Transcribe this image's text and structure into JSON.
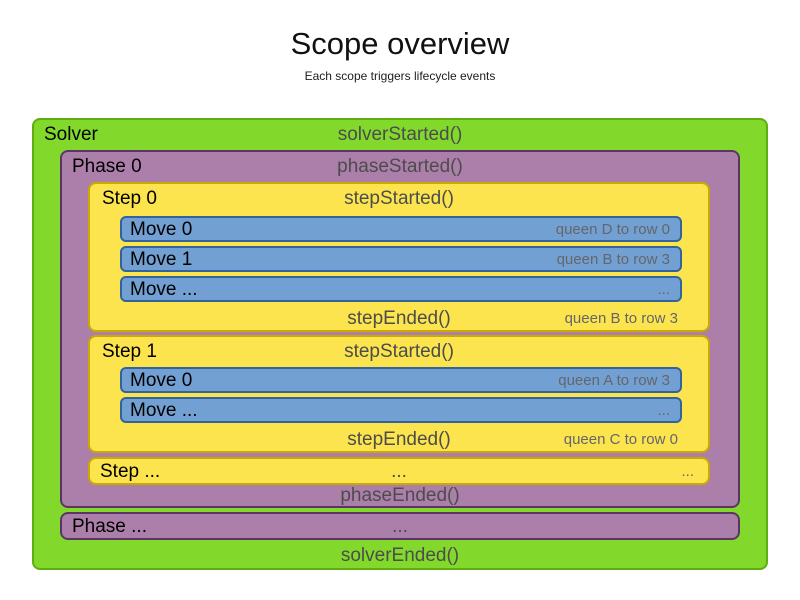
{
  "title": "Scope overview",
  "subtitle": "Each scope triggers lifecycle events",
  "colors": {
    "solver_fill": "#82d92c",
    "solver_border": "#5fae0e",
    "phase_fill": "#ab7fa9",
    "phase_border": "#5c3566",
    "step_fill": "#fce44e",
    "step_border": "#c9a902",
    "move_fill": "#73a0d2",
    "move_border": "#33639c",
    "event_text": "#4c4c4c",
    "note_text": "#64666b",
    "label_text": "#000000"
  },
  "solver": {
    "label": "Solver",
    "started": "solverStarted()",
    "ended": "solverEnded()",
    "phase": {
      "label": "Phase 0",
      "started": "phaseStarted()",
      "ended": "phaseEnded()",
      "steps": [
        {
          "label": "Step 0",
          "started": "stepStarted()",
          "ended": "stepEnded()",
          "ended_note": "queen B to row 3",
          "moves": [
            {
              "label": "Move 0",
              "note": "queen D to row 0"
            },
            {
              "label": "Move 1",
              "note": "queen B to row 3"
            },
            {
              "label": "Move ...",
              "note": "..."
            }
          ]
        },
        {
          "label": "Step 1",
          "started": "stepStarted()",
          "ended": "stepEnded()",
          "ended_note": "queen C to row 0",
          "moves": [
            {
              "label": "Move 0",
              "note": "queen A to row 3"
            },
            {
              "label": "Move ...",
              "note": "..."
            }
          ]
        }
      ],
      "step_more": {
        "label": "Step ...",
        "center": "...",
        "right": "..."
      }
    },
    "phase_more": {
      "label": "Phase ...",
      "center": "..."
    }
  }
}
